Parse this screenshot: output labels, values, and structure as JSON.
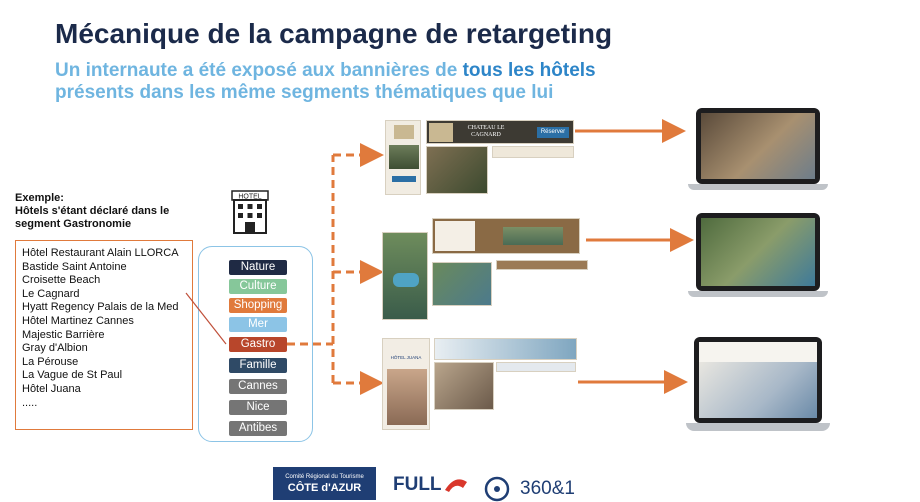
{
  "title": "Mécanique de la campagne de retargeting",
  "subtitle": {
    "part1": "Un internaute a été exposé aux bannières de ",
    "highlight": "tous les hôtels",
    "part2": "présents dans les même segments thématiques que lui"
  },
  "example": {
    "line1": "Exemple:",
    "line2": "Hôtels s'étant déclaré dans le",
    "line3": "segment Gastronomie"
  },
  "hotel_icon_label": "HOTEL",
  "hotels": [
    "Hôtel Restaurant Alain LLORCA",
    "Bastide Saint Antoine",
    "Croisette Beach",
    "Le Cagnard",
    "Hyatt Regency Palais de la Med",
    "Hôtel Martinez Cannes",
    "Majestic Barrière",
    "Gray d'Albion",
    "La Pérouse",
    "La Vague de St Paul",
    "Hôtel Juana",
    "....."
  ],
  "segments": [
    {
      "label": "Nature",
      "color": "#1f2a44"
    },
    {
      "label": "Culture",
      "color": "#86c79a"
    },
    {
      "label": "Shopping",
      "color": "#e07a3c"
    },
    {
      "label": "Mer",
      "color": "#8cc4e6"
    },
    {
      "label": "Gastro",
      "color": "#b8462b"
    },
    {
      "label": "Famille",
      "color": "#2f4a66"
    },
    {
      "label": "Cannes",
      "color": "#757575"
    },
    {
      "label": "Nice",
      "color": "#757575"
    },
    {
      "label": "Antibes",
      "color": "#757575"
    }
  ],
  "banners": {
    "row1_name": "CHATEAU LE CAGNARD",
    "row1_btn": "Réserver",
    "row3_name": "HÔTEL JUANA"
  },
  "footer": {
    "logo1_line1": "Comité Régional du Tourisme",
    "logo1_line2": "CÔTE d'AZUR",
    "logo2": "FULL",
    "logo3": "360&1"
  },
  "colors": {
    "arrow": "#e07a3c",
    "title": "#1b2a4a",
    "subtitle": "#6fb5e0"
  }
}
